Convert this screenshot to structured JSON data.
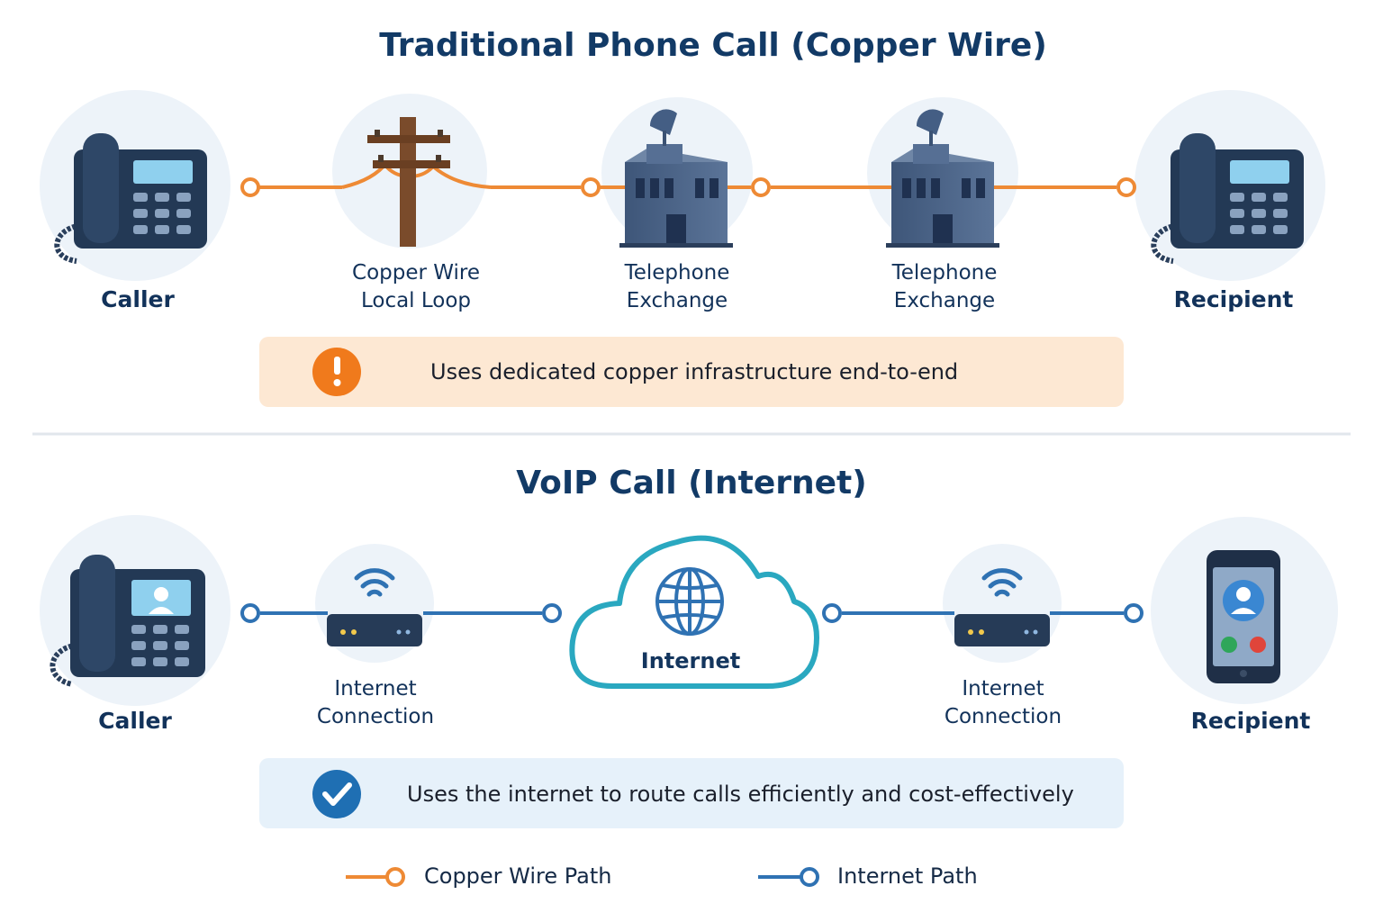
{
  "traditional": {
    "title": "Traditional Phone Call (Copper Wire)",
    "caller": "Caller",
    "pole_label": [
      "Copper Wire",
      "Local Loop"
    ],
    "exchange_a_label": [
      "Telephone",
      "Exchange"
    ],
    "exchange_b_label": [
      "Telephone",
      "Exchange"
    ],
    "recipient": "Recipient",
    "note": "Uses dedicated copper infrastructure end-to-end",
    "note_icon": "exclamation-icon",
    "path_color": "#ee8a35"
  },
  "voip": {
    "title": "VoIP Call (Internet)",
    "caller": "Caller",
    "router_a_label": [
      "Internet",
      "Connection"
    ],
    "cloud_label": "Internet",
    "router_b_label": [
      "Internet",
      "Connection"
    ],
    "recipient": "Recipient",
    "note": "Uses the internet to route calls efficiently and cost-effectively",
    "note_icon": "checkmark-icon",
    "path_color": "#2f72b3"
  },
  "legend": {
    "copper": "Copper Wire Path",
    "internet": "Internet Path"
  },
  "colors": {
    "title": "#123a66",
    "copper_note_bg": "#fde8d3",
    "internet_note_bg": "#e6f1fa",
    "cloud_outline": "#2aa8c0",
    "icon_navy": "#1e3350"
  }
}
